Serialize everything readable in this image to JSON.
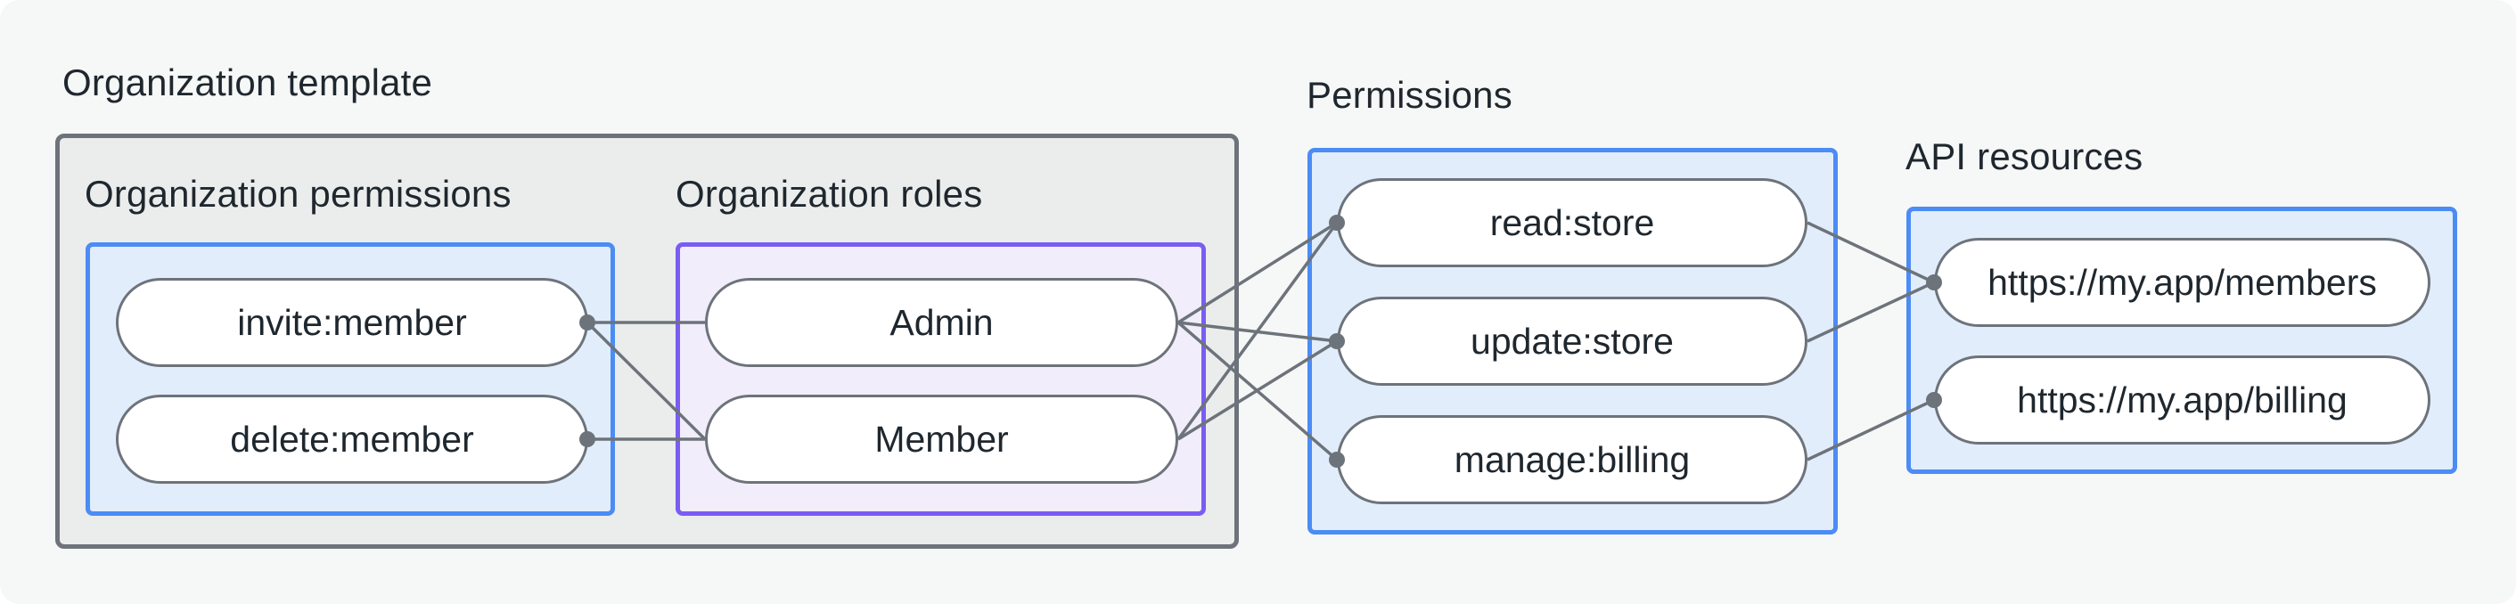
{
  "diagram": {
    "org_template": {
      "label": "Organization template",
      "org_permissions": {
        "label": "Organization permissions",
        "items": [
          "invite:member",
          "delete:member"
        ]
      },
      "org_roles": {
        "label": "Organization roles",
        "items": [
          "Admin",
          "Member"
        ]
      }
    },
    "permissions": {
      "label": "Permissions",
      "items": [
        "read:store",
        "update:store",
        "manage:billing"
      ]
    },
    "api_resources": {
      "label": "API resources",
      "items": [
        "https://my.app/members",
        "https://my.app/billing"
      ]
    },
    "edges": [
      {
        "from": "invite:member",
        "to": "Admin"
      },
      {
        "from": "invite:member",
        "to": "Member"
      },
      {
        "from": "delete:member",
        "to": "Member"
      },
      {
        "from": "Admin",
        "to": "read:store"
      },
      {
        "from": "Admin",
        "to": "update:store"
      },
      {
        "from": "Admin",
        "to": "manage:billing"
      },
      {
        "from": "Member",
        "to": "read:store"
      },
      {
        "from": "Member",
        "to": "update:store"
      },
      {
        "from": "read:store",
        "to": "https://my.app/members"
      },
      {
        "from": "update:store",
        "to": "https://my.app/members"
      },
      {
        "from": "manage:billing",
        "to": "https://my.app/billing"
      }
    ],
    "colors": {
      "page_bg": "#f6f7f7",
      "gray_box_fill": "#ebedec",
      "gray_box_border": "#6d737a",
      "blue_box_fill": "#e2edfc",
      "blue_box_border": "#4b8cf5",
      "purple_box_fill": "#f2edfb",
      "purple_box_border": "#7b5cf3",
      "pill_border": "#6d737a",
      "connector": "#6d737a",
      "text": "#1f272e"
    }
  }
}
